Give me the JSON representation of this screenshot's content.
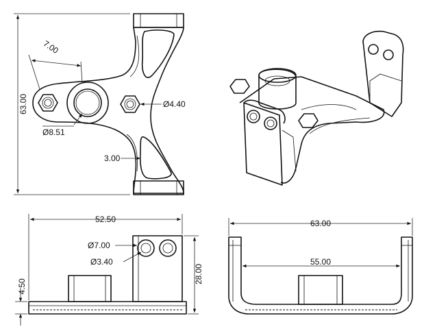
{
  "views": {
    "top": {
      "height_dim": "63.00",
      "spacing_dim": "7.00",
      "hole_dim": "Ø8.51",
      "hex_dim": "Ø4.40",
      "arm_dim": "3.00"
    },
    "front": {
      "width_dim": "52.50",
      "upper_hole_dim": "Ø7.00",
      "lower_hole_dim": "Ø3.40",
      "height_dim": "28.00",
      "base_dim": "4.50"
    },
    "side": {
      "width_dim": "63.00",
      "inner_dim": "55.00"
    }
  }
}
